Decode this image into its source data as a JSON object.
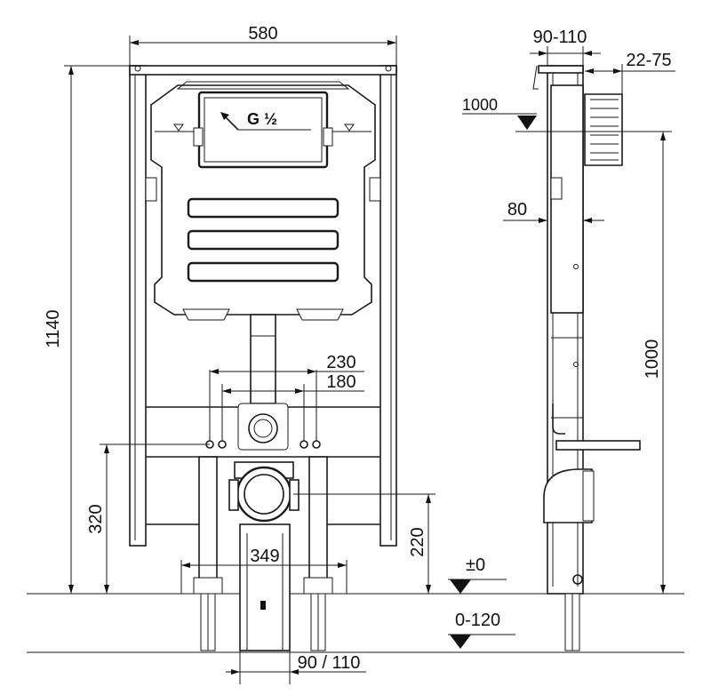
{
  "front_view": {
    "width_580": "580",
    "height_1140": "1140",
    "connection_label": "G ½",
    "spacing_230": "230",
    "spacing_180": "180",
    "height_320": "320",
    "height_220": "220",
    "width_349": "349",
    "pipe_90_110": "90 / 110",
    "level_zero": "±0",
    "floor_range": "0-120"
  },
  "side_view": {
    "depth_90_110": "90-110",
    "depth_22_75": "22-75",
    "level_1000_top": "1000",
    "depth_80": "80",
    "height_1000": "1000"
  }
}
